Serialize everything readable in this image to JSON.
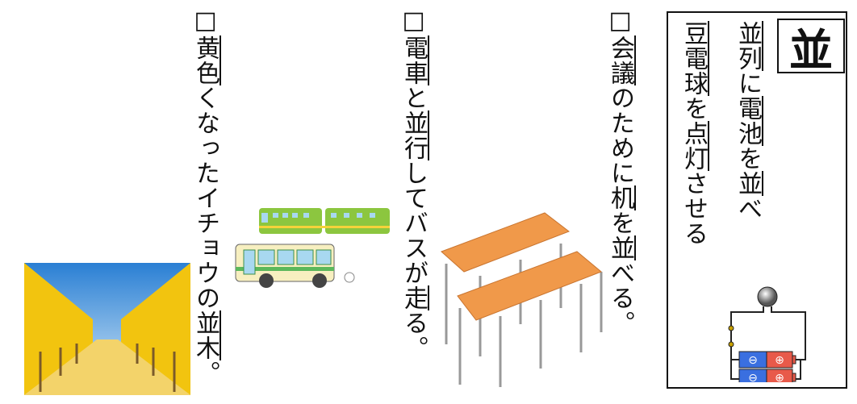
{
  "card": {
    "kanji": "並",
    "lines": [
      [
        {
          "t": "並列",
          "m": true
        },
        {
          "t": "に",
          "m": false
        },
        {
          "t": "電池",
          "m": true
        },
        {
          "t": "を",
          "m": false
        },
        {
          "t": "並",
          "m": true
        },
        {
          "t": "べ",
          "m": false
        }
      ],
      [
        {
          "t": "豆電球",
          "m": true
        },
        {
          "t": "を",
          "m": false
        },
        {
          "t": "点灯",
          "m": true
        },
        {
          "t": "させる",
          "m": false
        }
      ]
    ]
  },
  "sentences": [
    {
      "check": "□",
      "parts": [
        {
          "t": "会議",
          "m": true
        },
        {
          "t": "のために",
          "m": false
        },
        {
          "t": "机",
          "m": true
        },
        {
          "t": "を",
          "m": false
        },
        {
          "t": "並",
          "m": true
        },
        {
          "t": "べる。",
          "m": false
        }
      ]
    },
    {
      "check": "□",
      "parts": [
        {
          "t": "電車",
          "m": true
        },
        {
          "t": "と",
          "m": false
        },
        {
          "t": "並行",
          "m": true
        },
        {
          "t": "してバスが",
          "m": false
        },
        {
          "t": "走",
          "m": true
        },
        {
          "t": "る。",
          "m": false
        }
      ]
    },
    {
      "check": "□",
      "parts": [
        {
          "t": "黄色",
          "m": true
        },
        {
          "t": "くなったイチョウの",
          "m": false
        },
        {
          "t": "並木",
          "m": true
        },
        {
          "t": "。",
          "m": false
        }
      ]
    }
  ],
  "colors": {
    "desk": "#f0994a",
    "train": "#8cc63f",
    "sky": "#3d8fd6",
    "ginkgo": "#f2c40f",
    "battery_neg": "#3a6fe0",
    "battery_pos": "#e85a4a"
  }
}
